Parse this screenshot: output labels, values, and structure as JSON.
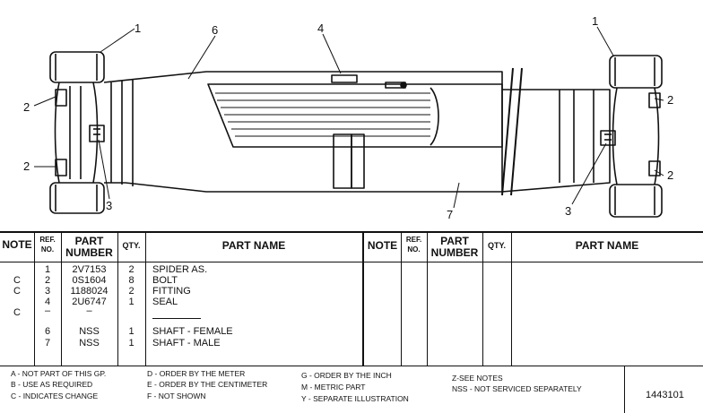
{
  "illustration": {
    "callouts": [
      "1",
      "6",
      "4",
      "1",
      "2",
      "2",
      "2",
      "2",
      "3",
      "3",
      "7"
    ]
  },
  "table": {
    "headers": {
      "note": "NOTE",
      "ref_no": [
        "REF.",
        "NO."
      ],
      "part_number": [
        "PART",
        "NUMBER"
      ],
      "qty": "QTY.",
      "part_name": "PART NAME"
    },
    "rows": [
      {
        "note": "",
        "ref": "1",
        "part_number": "2V7153",
        "qty": "2",
        "name": "SPIDER AS."
      },
      {
        "note": "C",
        "ref": "2",
        "part_number": "0S1604",
        "qty": "8",
        "name": "BOLT"
      },
      {
        "note": "C",
        "ref": "3",
        "part_number": "1188024",
        "qty": "2",
        "name": "FITTING"
      },
      {
        "note": "",
        "ref": "4",
        "part_number": "2U6747",
        "qty": "1",
        "name": "SEAL"
      },
      {
        "note": "C",
        "ref": "–",
        "part_number": "–",
        "qty": "",
        "name": ""
      },
      {
        "note": "",
        "ref": "6",
        "part_number": "NSS",
        "qty": "1",
        "name": "SHAFT - FEMALE"
      },
      {
        "note": "",
        "ref": "7",
        "part_number": "NSS",
        "qty": "1",
        "name": "SHAFT - MALE"
      }
    ]
  },
  "legend": {
    "col1": [
      "A - NOT PART OF THIS GP.",
      "B - USE AS REQUIRED",
      "C - INDICATES CHANGE"
    ],
    "col2": [
      "D - ORDER BY THE METER",
      "E - ORDER BY THE CENTIMETER",
      "F - NOT SHOWN"
    ],
    "col3": [
      "G - ORDER BY THE INCH",
      "M - METRIC PART",
      "Y - SEPARATE ILLUSTRATION"
    ],
    "col4": [
      "Z-SEE NOTES",
      "NSS - NOT SERVICED SEPARATELY"
    ],
    "illustration_number": "1443101"
  }
}
